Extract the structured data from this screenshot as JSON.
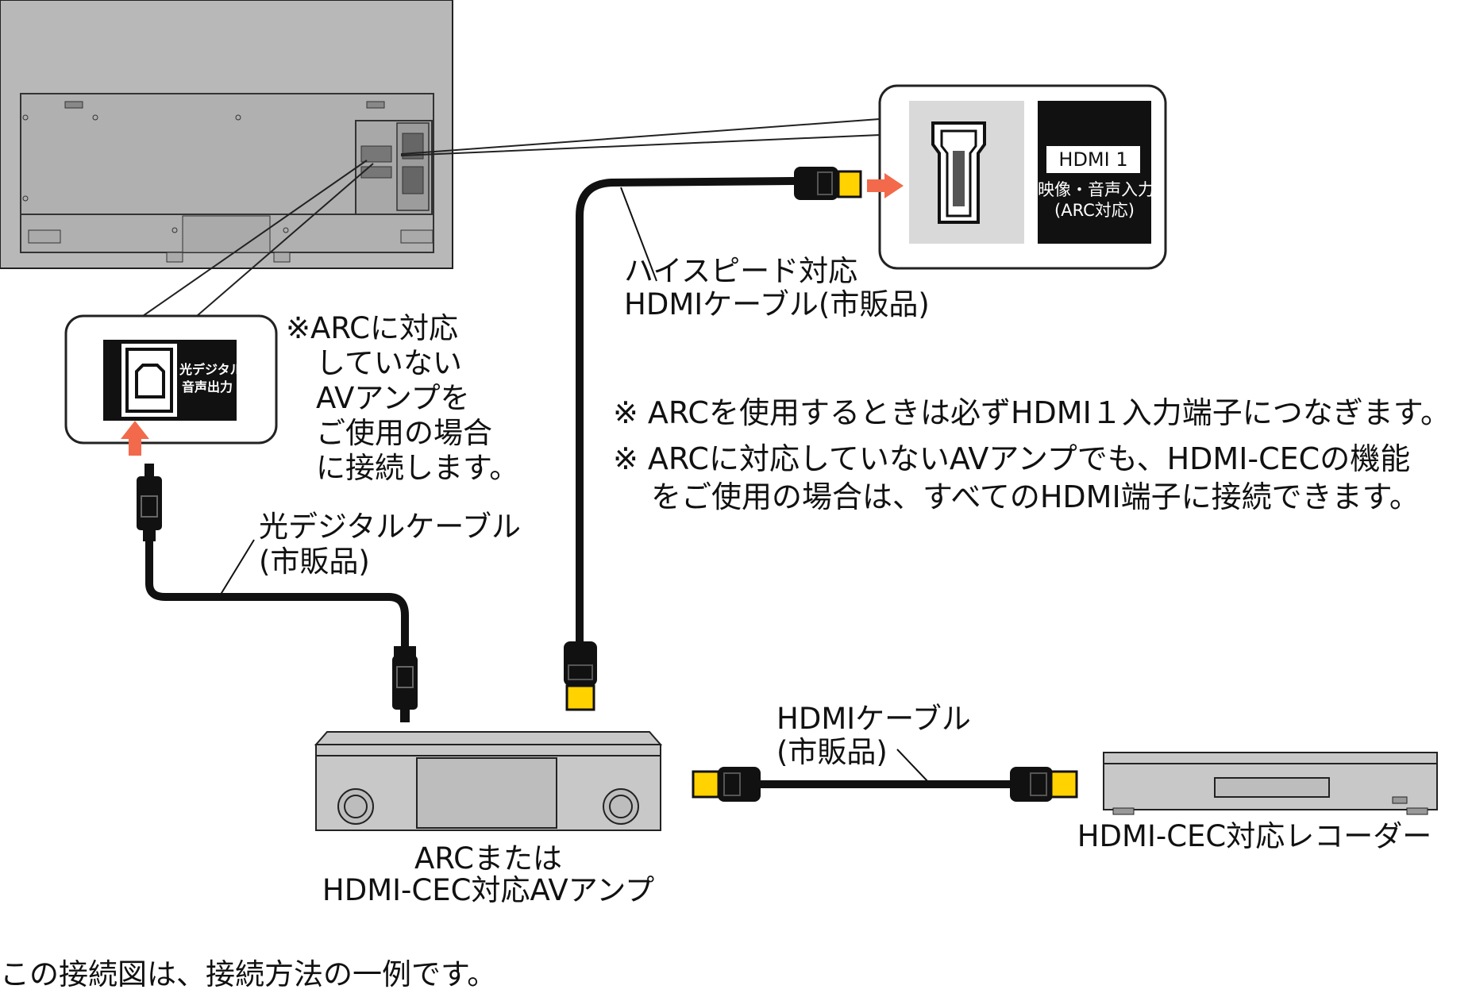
{
  "tv": {
    "hdmi_badge": "HDMI 1",
    "hdmi_port_line1": "映像・音声入力",
    "hdmi_port_line2": "(ARC対応)",
    "optical_port_line1": "光デジタル",
    "optical_port_line2": "音声出力"
  },
  "notes": {
    "arc_optical": [
      "※ARCに対応",
      "していない",
      "AVアンプを",
      "ご使用の場合",
      "に接続します。"
    ],
    "arc_hdmi1": "※ ARCを使用するときは必ずHDMI１入力端子につなぎます。",
    "cec_line1": "※ ARCに対応していないAVアンプでも、HDMI-CECの機能",
    "cec_line2": "をご使用の場合は、すべてのHDMI端子に接続できます。"
  },
  "cables": {
    "highspeed_line1": "ハイスピード対応",
    "highspeed_line2": "HDMIケーブル(市販品)",
    "optical_line1": "光デジタルケーブル",
    "optical_line2": "(市販品)",
    "hdmi_line1": "HDMIケーブル",
    "hdmi_line2": "(市販品)"
  },
  "devices": {
    "amp_line1": "ARCまたは",
    "amp_line2": "HDMI-CEC対応AVアンプ",
    "recorder": "HDMI-CEC対応レコーダー"
  },
  "footer": "この接続図は、接続方法の一例です。",
  "icons": [
    "hdmi-port-icon",
    "optical-port-icon",
    "arrow-right-icon",
    "arrow-up-icon"
  ],
  "colors": {
    "arrow": "#f26a4b",
    "plug_tip": "#ffd200",
    "port_bg": "#d9d9d9",
    "tv_body": "#b8b8b8"
  }
}
